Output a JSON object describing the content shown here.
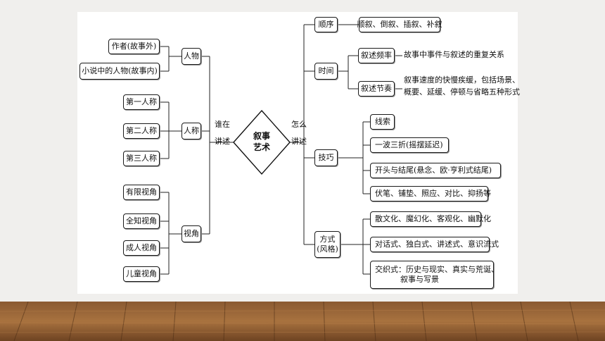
{
  "diagram": {
    "center": {
      "line1": "叙事",
      "line2": "艺术"
    },
    "left_connector": {
      "line1": "谁在",
      "line2": "讲述"
    },
    "right_connector": {
      "line1": "怎么",
      "line2": "讲述"
    },
    "left_groups": [
      {
        "label": "人物",
        "items": [
          "作者(故事外)",
          "小说中的人物(故事内)"
        ]
      },
      {
        "label": "人称",
        "items": [
          "第一人称",
          "第二人称",
          "第三人称"
        ]
      },
      {
        "label": "视角",
        "items": [
          "有限视角",
          "全知视角",
          "成人视角",
          "儿童视角"
        ]
      }
    ],
    "right_groups": [
      {
        "label": "顺序",
        "items": [
          "顺叙、倒叙、插叙、补叙"
        ]
      },
      {
        "label": "时间",
        "subs": [
          {
            "label": "叙述频率",
            "desc": "故事中事件与叙述的重复关系"
          },
          {
            "label": "叙述节奏",
            "desc_line1": "叙事速度的快慢疾缓，包括场景、",
            "desc_line2": "概要、延缓、停顿与省略五种形式"
          }
        ]
      },
      {
        "label": "技巧",
        "items": [
          "线索",
          "一波三折(摇摆延迟)",
          "开头与结尾(悬念、欧·亨利式结尾)",
          "伏笔、铺垫、照应、对比、抑扬等"
        ]
      },
      {
        "label_line1": "方式",
        "label_line2": "(风格)",
        "items": [
          "散文化、魔幻化、客观化、幽默化",
          "对话式、独白式、讲述式、意识流式"
        ],
        "last_item": {
          "line1": "交织式：历史与现实、真实与荒诞、",
          "line2": "叙事与写景"
        }
      }
    ]
  }
}
